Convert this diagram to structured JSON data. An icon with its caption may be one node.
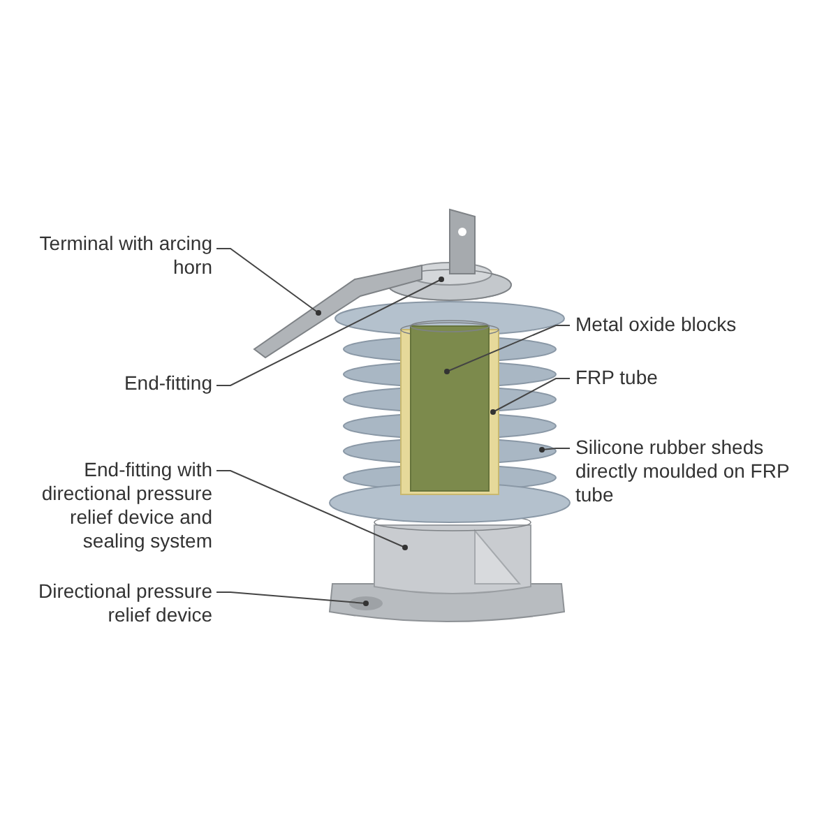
{
  "diagram": {
    "nodes": [
      {
        "text": [
          "Terminal with arcing horn"
        ]
      },
      {
        "text": [
          "End-fitting"
        ]
      },
      {
        "text": [
          "Metal oxide blocks"
        ]
      },
      {
        "text": [
          "FRP tube"
        ]
      },
      {
        "text": [
          "Silicone rubber sheds directly moulded on FRP tube"
        ]
      },
      {
        "text": [
          "End-fitting with directional pressure relief device and sealing system"
        ]
      },
      {
        "text": [
          "Directional pressure relief device"
        ]
      },
      {
        "text": [],
        "shape": "picture"
      },
      {
        "text": [],
        "shape": "cylinder"
      },
      {
        "text": [],
        "shape": "cylinder",
        "in": 10
      },
      {
        "text": [],
        "shape": "cylinder",
        "in": 11
      },
      {
        "text": [],
        "shape": "picture"
      },
      {
        "text": [],
        "shape": "cylinder"
      },
      {
        "text": [],
        "shape": "picture"
      }
    ],
    "edges": [
      {
        "from": 0,
        "to": 7,
        "arrow": "other"
      },
      {
        "from": 1,
        "to": 8,
        "arrow": "other"
      },
      {
        "from": 2,
        "to": 9,
        "arrow": "other"
      },
      {
        "from": 3,
        "to": 10,
        "arrow": "other"
      },
      {
        "from": 4,
        "to": 11,
        "arrow": "other"
      },
      {
        "from": 5,
        "to": 12,
        "arrow": "other"
      },
      {
        "from": 6,
        "to": 13,
        "arrow": "other"
      }
    ]
  }
}
